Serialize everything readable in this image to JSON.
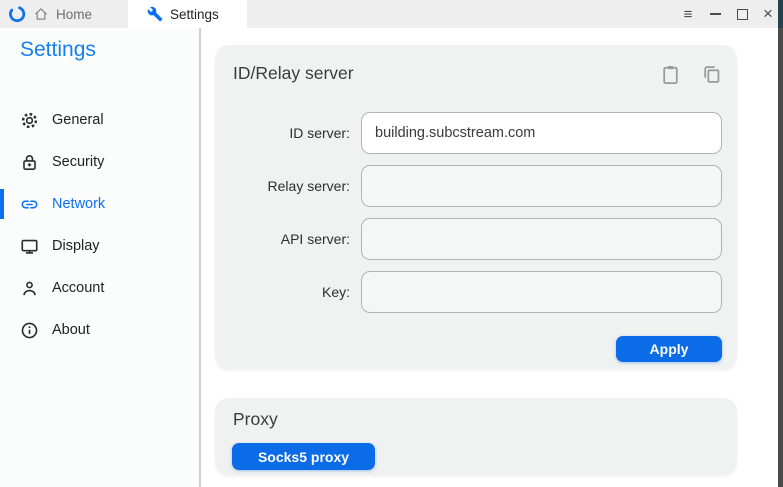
{
  "titlebar": {
    "tabs": [
      {
        "label": "Home",
        "active": false
      },
      {
        "label": "Settings",
        "active": true
      }
    ],
    "window_controls": [
      "menu",
      "minimize",
      "maximize",
      "close"
    ],
    "menu_glyph": "≡",
    "close_glyph": "×"
  },
  "sidebar": {
    "title": "Settings",
    "items": [
      {
        "label": "General",
        "icon": "gear-icon",
        "active": false
      },
      {
        "label": "Security",
        "icon": "lock-icon",
        "active": false
      },
      {
        "label": "Network",
        "icon": "link-icon",
        "active": true
      },
      {
        "label": "Display",
        "icon": "monitor-icon",
        "active": false
      },
      {
        "label": "Account",
        "icon": "person-icon",
        "active": false
      },
      {
        "label": "About",
        "icon": "info-icon",
        "active": false
      }
    ]
  },
  "main": {
    "id_relay_card": {
      "title": "ID/Relay server",
      "header_icons": [
        "paste-icon",
        "copy-icon"
      ],
      "fields": [
        {
          "label": "ID server:",
          "value": "building.subcstream.com"
        },
        {
          "label": "Relay server:",
          "value": ""
        },
        {
          "label": "API server:",
          "value": ""
        },
        {
          "label": "Key:",
          "value": ""
        }
      ],
      "apply_label": "Apply"
    },
    "proxy_card": {
      "title": "Proxy",
      "socks5_label": "Socks5 proxy"
    }
  },
  "colors": {
    "accent": "#0c70f2",
    "button_blue": "#0b6ce8",
    "titlebar_bg": "#eeeeee",
    "card_bg": "#f0f1f1",
    "active_tab_bg": "#ffffff"
  }
}
